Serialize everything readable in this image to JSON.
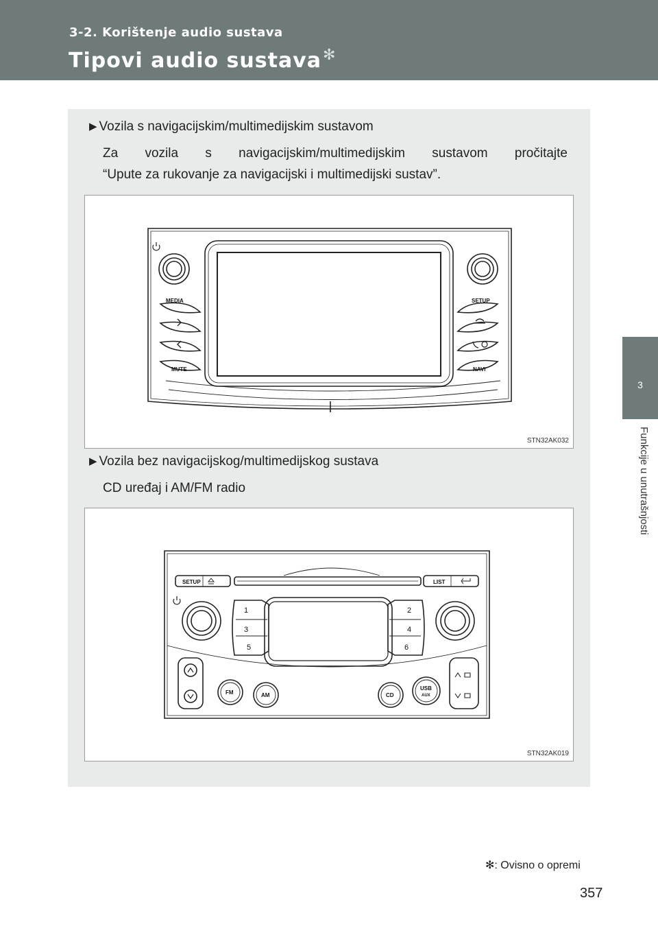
{
  "header": {
    "section": "3-2. Korištenje audio sustava",
    "title": "Tipovi audio sustava",
    "title_mark": "✻"
  },
  "side_tab": {
    "chapter_number": "3",
    "chapter_title": "Funkcije u unutrašnjosti"
  },
  "content": {
    "bullet1": "Vozila s navigacijskim/multimedijskim sustavom",
    "para1_line1": "Za vozila s navigacijskim/multimedijskim sustavom pročitajte",
    "para1_line2": "“Upute za rukovanje za navigacijski i multimedijski sustav”.",
    "figure1": {
      "code": "STN32AK032",
      "labels": {
        "media": "MEDIA",
        "mute": "MUTE",
        "setup": "SETUP",
        "navi": "NAVI"
      }
    },
    "bullet2": "Vozila bez navigacijskog/multimedijskog sustava",
    "para2": "CD uređaj i AM/FM radio",
    "figure2": {
      "code": "STN32AK019",
      "labels": {
        "setup": "SETUP",
        "list": "LIST",
        "n1": "1",
        "n2": "2",
        "n3": "3",
        "n4": "4",
        "n5": "5",
        "n6": "6",
        "fm": "FM",
        "am": "AM",
        "cd": "CD",
        "usb": "USB",
        "aux": "AUX"
      }
    }
  },
  "footnote": {
    "mark": "✻",
    "text": ": Ovisno o opremi"
  },
  "page_number": "357",
  "colors": {
    "header_bg": "#6f7b7b",
    "panel_bg": "#e9ebeb"
  }
}
